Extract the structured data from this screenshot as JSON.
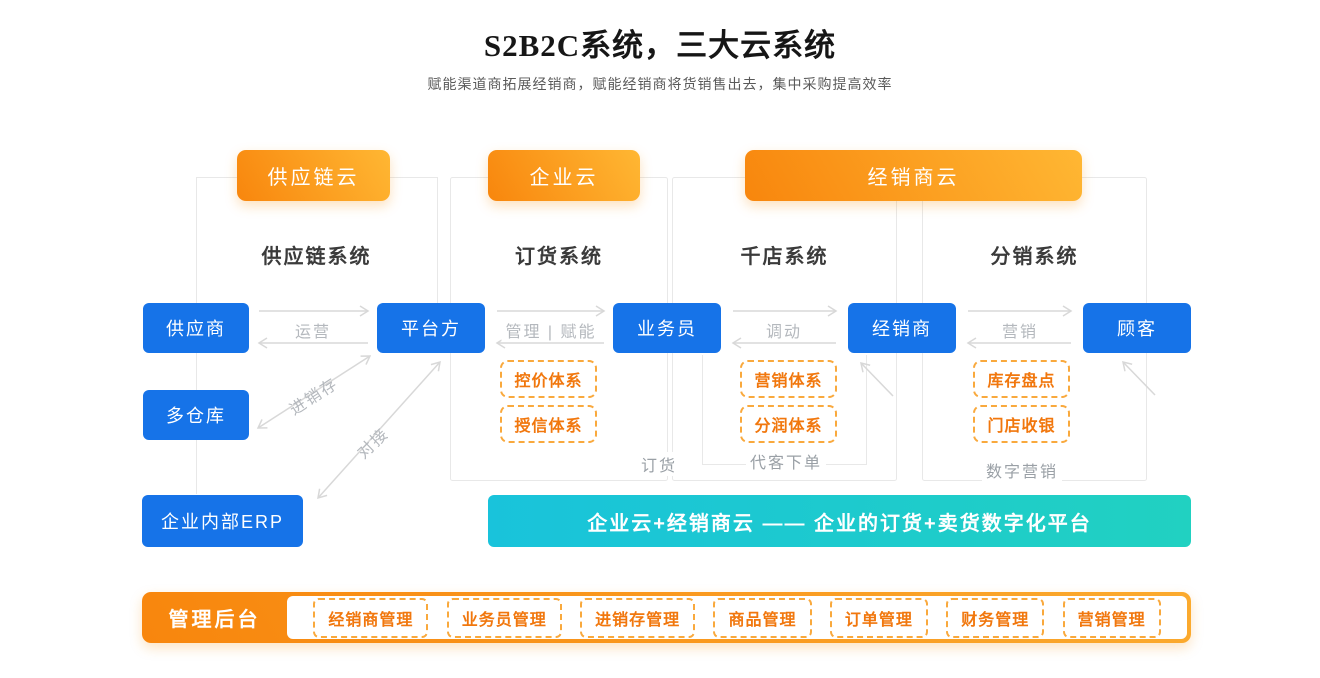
{
  "page": {
    "title": "S2B2C系统，三大云系统",
    "subtitle": "赋能渠道商拓展经销商，赋能经销商将货销售出去，集中采购提高效率"
  },
  "clouds": {
    "supply_chain": "供应链云",
    "enterprise": "企业云",
    "distributor": "经销商云"
  },
  "systems": {
    "supply_chain": "供应链系统",
    "ordering": "订货系统",
    "thousand_store": "千店系统",
    "distribution": "分销系统"
  },
  "entities": {
    "supplier": "供应商",
    "multi_warehouse": "多仓库",
    "platform": "平台方",
    "salesman": "业务员",
    "distributor": "经销商",
    "customer": "顾客",
    "erp": "企业内部ERP"
  },
  "flows": {
    "operation": "运营",
    "purchase_sale_stock": "进销存",
    "connect": "对接",
    "manage_empower": "管理 | 赋能",
    "dispatch": "调动",
    "marketing": "营销"
  },
  "capabilities": {
    "price_control": "控价体系",
    "credit": "授信体系",
    "marketing_system": "营销体系",
    "profit_sharing": "分润体系",
    "inventory_check": "库存盘点",
    "store_cashier": "门店收银"
  },
  "zones": {
    "ordering": "订货",
    "order_on_behalf": "代客下单",
    "digital_marketing": "数字营销"
  },
  "banner": {
    "text": "企业云+经销商云 —— 企业的订货+卖货数字化平台"
  },
  "admin": {
    "label": "管理后台",
    "modules": [
      "经销商管理",
      "业务员管理",
      "进销存管理",
      "商品管理",
      "订单管理",
      "财务管理",
      "营销管理"
    ]
  },
  "colors": {
    "entity_blue": "#1673e8",
    "orange_gradient_start": "#f8860d",
    "orange_gradient_end": "#ffb733",
    "dashed_border_orange": "#f9a93d",
    "dashed_text_orange": "#f1770d",
    "teal_gradient_start": "#19c3db",
    "teal_gradient_end": "#21d1c1",
    "line_gray": "#e8e8e8",
    "arrow_gray": "#dcdcdc",
    "label_gray": "#b4b8bd"
  }
}
